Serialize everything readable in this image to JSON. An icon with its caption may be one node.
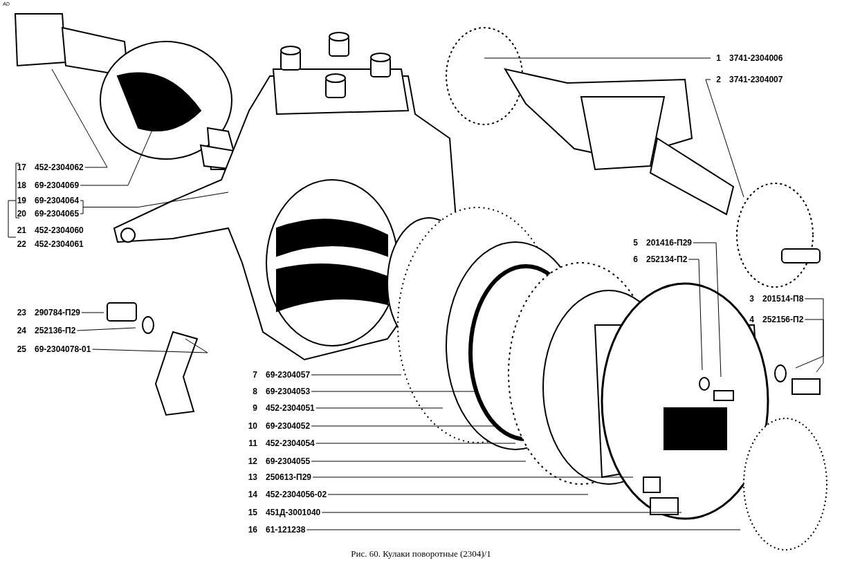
{
  "diagram": {
    "caption": "Рис. 60. Кулаки поворотные (2304)/1",
    "nodes": [
      {
        "text": [
          "1",
          "3741-2304006"
        ]
      },
      {
        "text": [
          "2",
          "3741-2304007"
        ]
      },
      {
        "text": [
          "3",
          "201514-П8"
        ]
      },
      {
        "text": [
          "4",
          "252156-П2"
        ]
      },
      {
        "text": [
          "5",
          "201416-П29"
        ]
      },
      {
        "text": [
          "6",
          "252134-П2"
        ]
      },
      {
        "text": [
          "7",
          "69-2304057"
        ]
      },
      {
        "text": [
          "8",
          "69-2304053"
        ]
      },
      {
        "text": [
          "9",
          "452-2304051"
        ]
      },
      {
        "text": [
          "10",
          "69-2304052"
        ]
      },
      {
        "text": [
          "11",
          "452-2304054"
        ]
      },
      {
        "text": [
          "12",
          "69-2304055"
        ]
      },
      {
        "text": [
          "13",
          "250613-П29"
        ]
      },
      {
        "text": [
          "14",
          "452-2304056-02"
        ]
      },
      {
        "text": [
          "15",
          "451Д-3001040"
        ]
      },
      {
        "text": [
          "16",
          "61-121238"
        ]
      },
      {
        "text": [
          "17",
          "452-2304062"
        ]
      },
      {
        "text": [
          "18",
          "69-2304069"
        ]
      },
      {
        "text": [
          "19",
          "69-2304064"
        ]
      },
      {
        "text": [
          "20",
          "69-2304065"
        ]
      },
      {
        "text": [
          "21",
          "452-2304060"
        ]
      },
      {
        "text": [
          "22",
          "452-2304061"
        ]
      },
      {
        "text": [
          "23",
          "290784-П29"
        ]
      },
      {
        "text": [
          "24",
          "252136-П2"
        ]
      },
      {
        "text": [
          "25",
          "69-2304078-01"
        ]
      }
    ],
    "edges": [
      {
        "from": 0,
        "to": null,
        "arrow": "none"
      },
      {
        "from": 1,
        "to": null,
        "arrow": "none"
      },
      {
        "from": 2,
        "to": null,
        "arrow": "none"
      },
      {
        "from": 3,
        "to": null,
        "arrow": "none"
      },
      {
        "from": 4,
        "to": null,
        "arrow": "none"
      },
      {
        "from": 5,
        "to": null,
        "arrow": "none"
      },
      {
        "from": 6,
        "to": null,
        "arrow": "none"
      },
      {
        "from": 7,
        "to": null,
        "arrow": "none"
      },
      {
        "from": 8,
        "to": null,
        "arrow": "none"
      },
      {
        "from": 9,
        "to": null,
        "arrow": "none"
      },
      {
        "from": 10,
        "to": null,
        "arrow": "none"
      },
      {
        "from": 11,
        "to": null,
        "arrow": "none"
      },
      {
        "from": 12,
        "to": null,
        "arrow": "none"
      },
      {
        "from": 13,
        "to": null,
        "arrow": "none"
      },
      {
        "from": 14,
        "to": null,
        "arrow": "none"
      },
      {
        "from": 15,
        "to": null,
        "arrow": "none"
      },
      {
        "from": 16,
        "to": null,
        "arrow": "none"
      },
      {
        "from": 17,
        "to": null,
        "arrow": "none"
      },
      {
        "from": 18,
        "to": null,
        "arrow": "none"
      },
      {
        "from": 19,
        "to": null,
        "arrow": "none"
      },
      {
        "from": 22,
        "to": null,
        "arrow": "none"
      },
      {
        "from": 23,
        "to": null,
        "arrow": "none"
      },
      {
        "from": 24,
        "to": null,
        "arrow": "none"
      }
    ],
    "labels": [
      "AD"
    ]
  }
}
